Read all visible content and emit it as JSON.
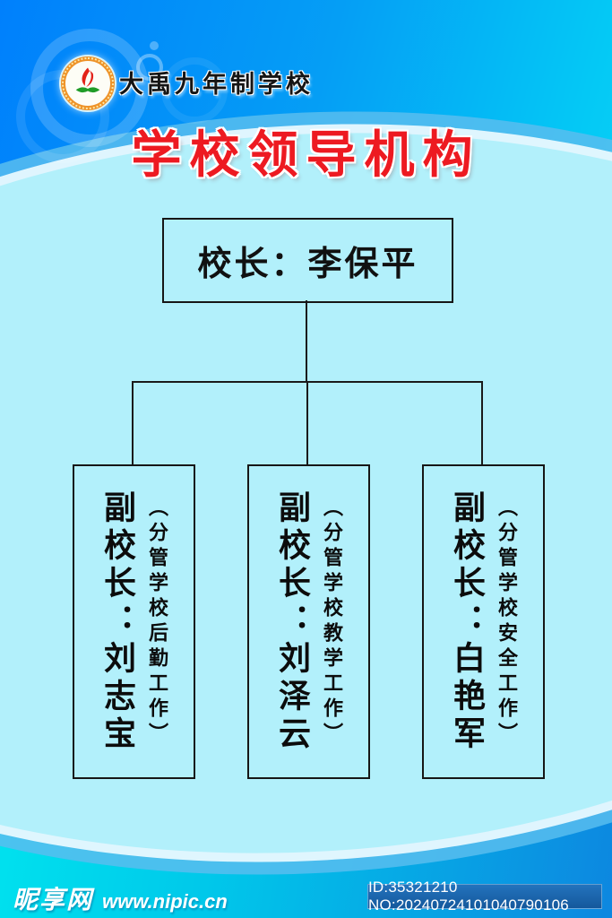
{
  "poster": {
    "school_name": "大禹九年制学校",
    "title": "学校领导机构"
  },
  "org_chart": {
    "principal": {
      "label": "校长：李保平"
    },
    "vice_principals": [
      {
        "name": "副校长：刘志宝",
        "duty": "（分管学校后勤工作）"
      },
      {
        "name": "副校长：刘泽云",
        "duty": "（分管学校教学工作）"
      },
      {
        "name": "副校长：白艳军",
        "duty": "（分管学校安全工作）"
      }
    ]
  },
  "watermark": {
    "site_name": "昵享网",
    "site_url": "www.nipic.cn",
    "id_label": "ID:35321210 NO:20240724101040790106"
  },
  "icons": {
    "logo": "school-logo-icon"
  },
  "colors": {
    "title_red": "#ed1a21",
    "top_gradient_left": "#0080fc",
    "top_gradient_right": "#19dff8",
    "content_bg": "#b2f0fb",
    "footer_gradient_left": "#00e2ee",
    "footer_gradient_right": "#0d87e0",
    "id_box_bg": "#1a67b0",
    "line_color": "#1a1a1a",
    "logo_ring_orange": "#ee9329"
  }
}
